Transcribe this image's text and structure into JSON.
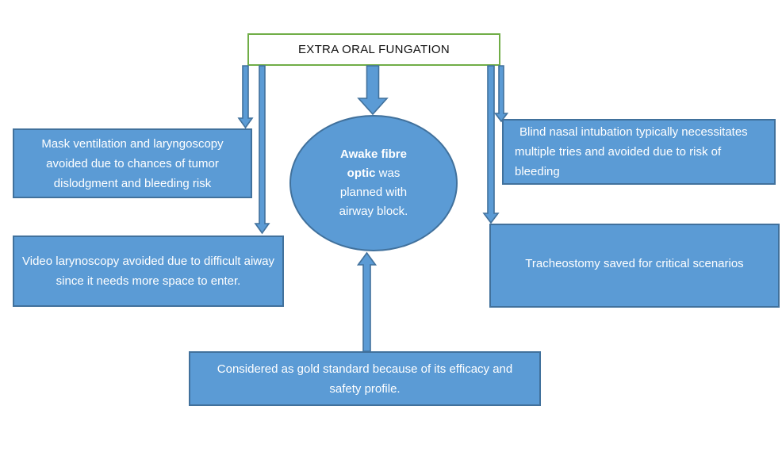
{
  "diagram": {
    "title": {
      "label": "EXTRA ORAL FUNGATION"
    },
    "ellipse": {
      "bold_text": "Awake fibre optic",
      "regular_text": " was planned with airway block."
    },
    "boxes": {
      "mask": {
        "label": "Mask ventilation and laryngoscopy avoided due to chances of tumor dislodgment and bleeding risk"
      },
      "video": {
        "label": "Video larynoscopy avoided due to difficult aiway since it needs more space to enter."
      },
      "blind": {
        "label": "Blind nasal intubation typically necessitates multiple tries and avoided due to risk of bleeding"
      },
      "tracheostomy": {
        "label": "Tracheostomy saved for critical scenarios"
      },
      "gold_standard": {
        "label": "Considered as gold standard because of its efficacy and safety profile."
      }
    },
    "colors": {
      "box_fill": "#5b9bd5",
      "box_border": "#41719c",
      "title_border": "#70ad47",
      "title_bg": "#ffffff",
      "text_light": "#ffffff",
      "text_dark": "#111111"
    }
  }
}
